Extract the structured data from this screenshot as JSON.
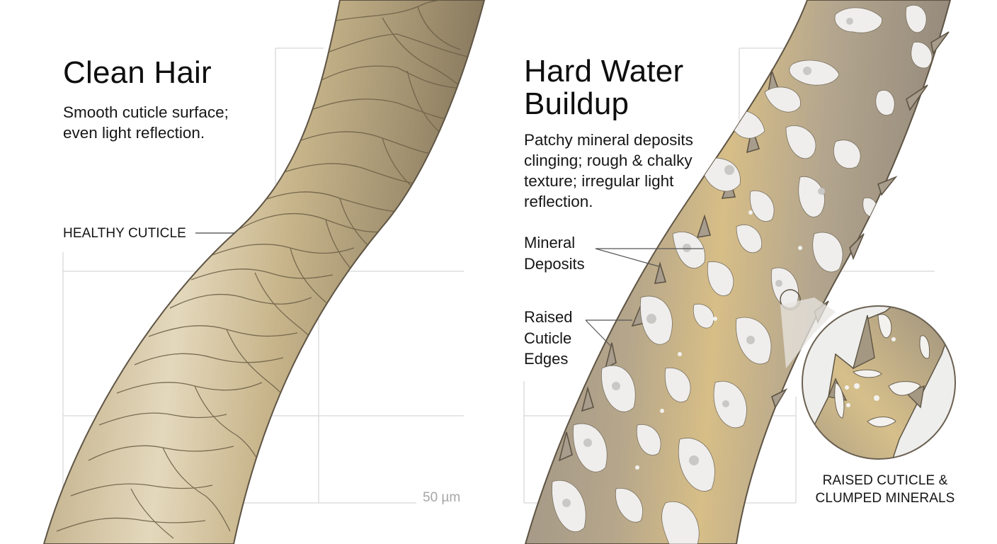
{
  "colors": {
    "grid": "#d8d8d8",
    "hair_light": "#e6d9bd",
    "hair_mid": "#c9b68c",
    "hair_dark": "#8c7b62",
    "hair_outline": "#5e5444",
    "damaged_dark": "#a79c8c",
    "damaged_gold": "#d6bd86",
    "mineral_white": "#efefed",
    "mineral_grey": "#c8c8c6",
    "leader_line": "#555555",
    "scale_text": "#a6a6a6"
  },
  "left_panel": {
    "title": "Clean Hair",
    "description_lines": [
      "Smooth cuticle surface;",
      "even light reflection."
    ],
    "callout": "HEALTHY CUTICLE",
    "scale_bar_label": "50 µm"
  },
  "right_panel": {
    "title_lines": [
      "Hard Water",
      "Buildup"
    ],
    "description_lines": [
      "Patchy mineral deposits",
      "clinging; rough & chalky",
      "texture; irregular light",
      "reflection."
    ],
    "callouts": [
      {
        "lines": [
          "Mineral",
          "Deposits"
        ]
      },
      {
        "lines": [
          "Raised",
          "Cuticle",
          "Edges"
        ]
      }
    ],
    "inset_caption_lines": [
      "RAISED CUTICLE &",
      "CLUMPED MINERALS"
    ]
  }
}
